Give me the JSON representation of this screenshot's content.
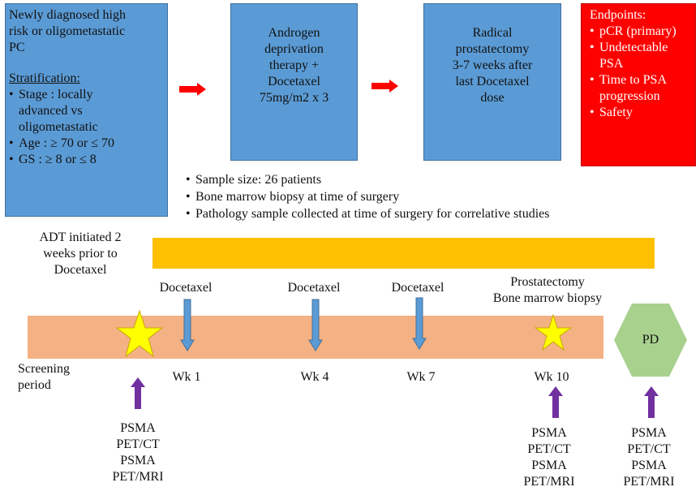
{
  "left_box": {
    "title_lines": [
      "Newly diagnosed high",
      "risk or oligometastatic",
      "PC"
    ],
    "strat_heading": "Stratification:",
    "strat_items": [
      [
        "Stage : locally",
        "advanced vs",
        "oligometastatic"
      ],
      [
        "Age : ≥ 70 or ≤ 70"
      ],
      [
        "GS : ≥ 8 or ≤ 8"
      ]
    ]
  },
  "box2_lines": [
    "Androgen",
    "deprivation",
    "therapy +",
    "Docetaxel",
    "75mg/m2 x 3"
  ],
  "box3_lines": [
    "Radical",
    "prostatectomy",
    "3-7 weeks after",
    "last Docetaxel",
    "dose"
  ],
  "endpoints": {
    "heading": "Endpoints:",
    "items": [
      [
        "pCR (primary)"
      ],
      [
        "Undetectable",
        "PSA"
      ],
      [
        "Time to PSA",
        "progression"
      ],
      [
        "Safety"
      ]
    ]
  },
  "notes": [
    "Sample size: 26 patients",
    "Bone marrow biopsy at time of surgery",
    "Pathology sample collected at time of surgery for correlative studies"
  ],
  "timeline": {
    "adt_note": [
      "ADT initiated 2",
      "weeks prior to",
      "Docetaxel"
    ],
    "doses": [
      {
        "label": "Docetaxel",
        "week": "Wk 1"
      },
      {
        "label": "Docetaxel",
        "week": "Wk 4"
      },
      {
        "label": "Docetaxel",
        "week": "Wk 7"
      }
    ],
    "surgery_label": [
      "Prostatectomy",
      "Bone marrow biopsy"
    ],
    "surgery_week": "Wk 10",
    "screening_label": [
      "Screening",
      "period"
    ],
    "pd_label": "PD",
    "imaging_lines": [
      "PSMA",
      "PET/CT",
      "PSMA",
      "PET/MRI"
    ]
  },
  "colors": {
    "box_blue": "#5b9bd5",
    "endpoint_red": "#ff0000",
    "adt_bar": "#ffc000",
    "timeline_band": "#f4b183",
    "star": "#ffff00",
    "dose_arrow": "#5b9bd5",
    "imaging_arrow": "#7030a0",
    "pd_hexagon": "#a9d18e",
    "flow_arrow": "#ff0000"
  }
}
